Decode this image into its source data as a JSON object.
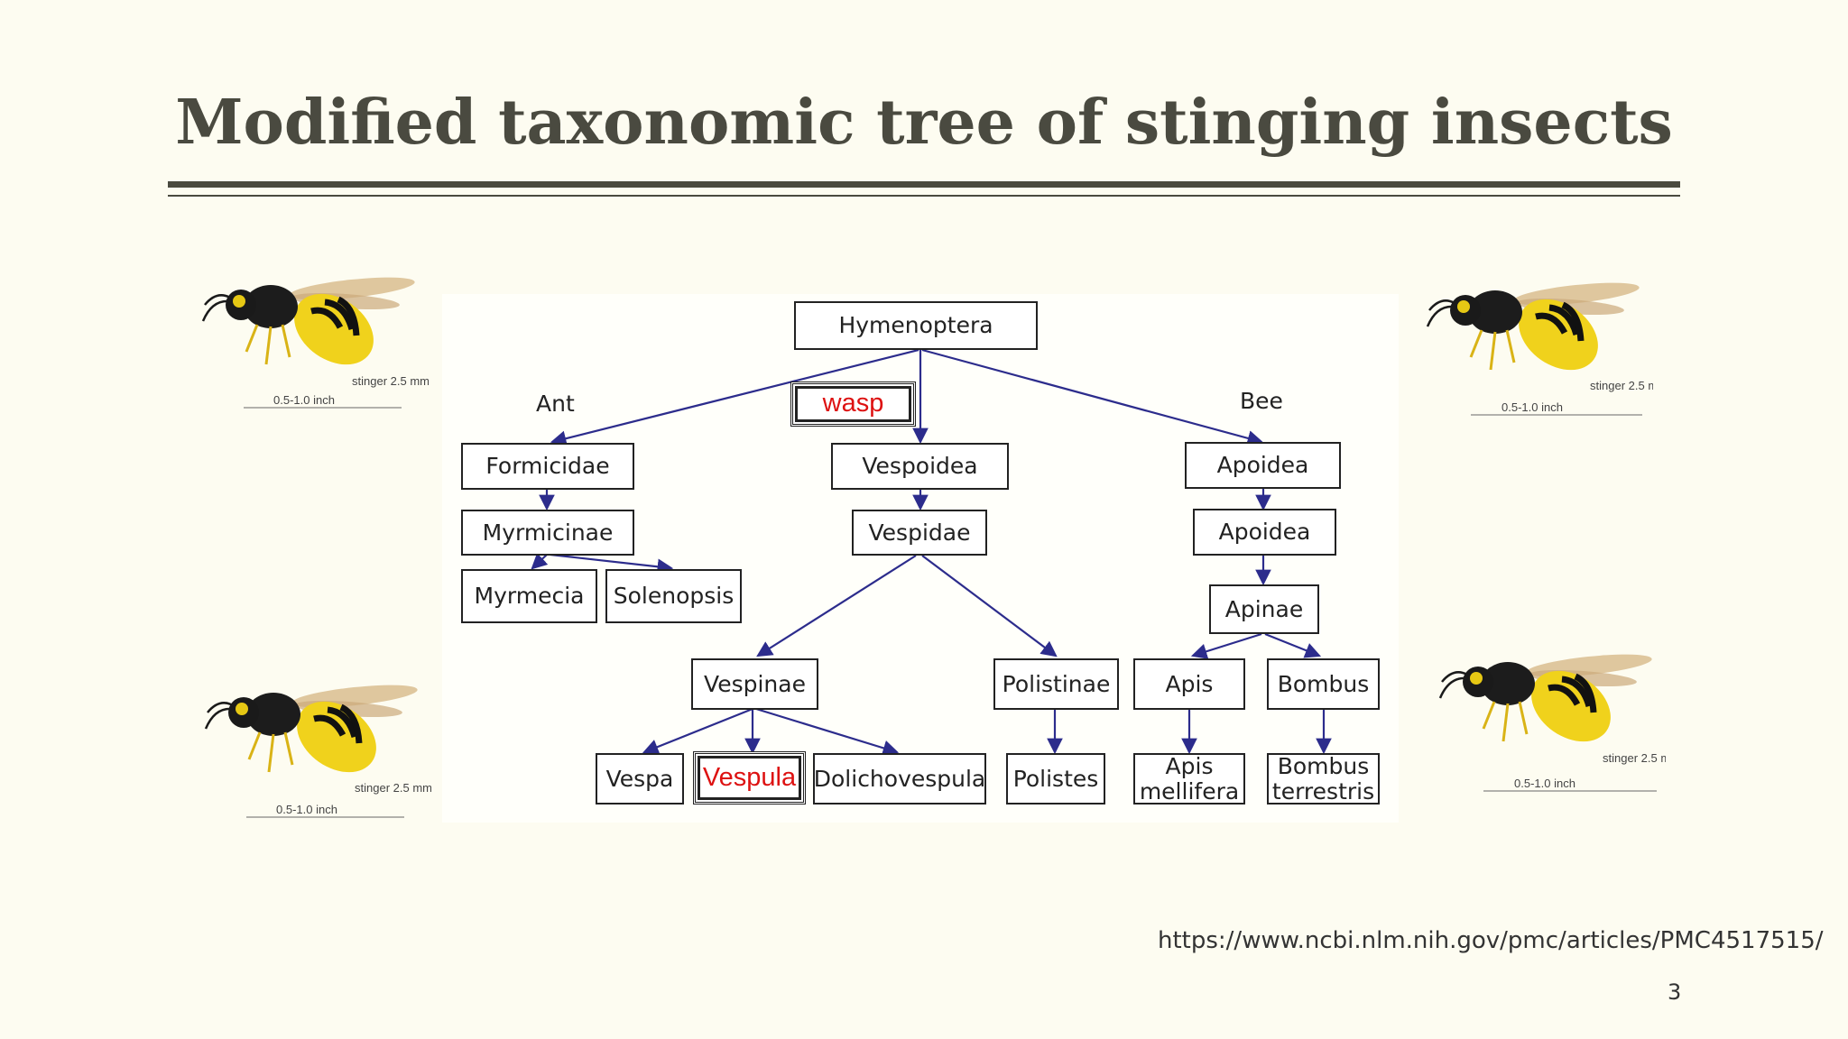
{
  "slide": {
    "title": "Modified taxonomic tree of stinging insects",
    "source": "https://www.ncbi.nlm.nih.gov/pmc/articles/PMC4517515/",
    "page_number": "3"
  },
  "tree": {
    "root": "Hymenoptera",
    "groups": {
      "ant": "Ant",
      "wasp": "wasp",
      "bee": "Bee"
    },
    "ant": {
      "family": "Formicidae",
      "subfamily": "Myrmicinae",
      "genus1": "Myrmecia",
      "genus2": "Solenopsis"
    },
    "wasp_branch": {
      "superfamily": "Vespoidea",
      "family": "Vespidae",
      "sub1": "Vespinae",
      "sub2": "Polistinae",
      "g1": "Vespa",
      "g2": "Vespula",
      "g3": "Dolichovespula",
      "g4": "Polistes"
    },
    "bee": {
      "superfamily": "Apoidea",
      "family": "Apoidea",
      "subfamily": "Apinae",
      "genus1": "Apis",
      "genus2": "Bombus",
      "species1": "Apis mellifera",
      "species2": "Bombus terrestris"
    }
  },
  "wasp_image": {
    "stinger_label": "stinger 2.5 mm",
    "size_label": "0.5-1.0 inch"
  },
  "colors": {
    "background": "#fdfcf1",
    "title": "#4a4a40",
    "edge": "#2c2c8c",
    "highlight": "#d11111"
  }
}
